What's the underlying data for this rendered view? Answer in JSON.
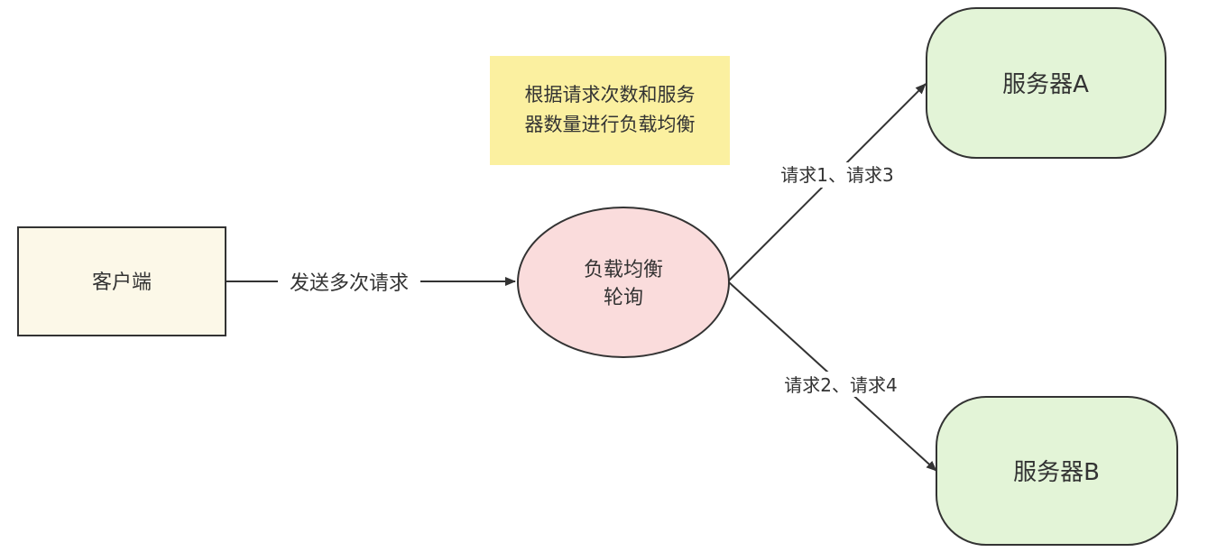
{
  "note": {
    "lines": [
      "根据请求次数和服务",
      "器数量进行负载均衡"
    ]
  },
  "nodes": {
    "client": {
      "label": "客户端"
    },
    "load_balancer": {
      "lines": [
        "负载均衡",
        "轮询"
      ]
    },
    "server_a": {
      "label": "服务器A"
    },
    "server_b": {
      "label": "服务器B"
    }
  },
  "edges": {
    "client_to_lb": {
      "label": "发送多次请求"
    },
    "lb_to_server_a": {
      "label": "请求1、请求3"
    },
    "lb_to_server_b": {
      "label": "请求2、请求4"
    }
  },
  "colors": {
    "client_fill": "#FCF8E8",
    "load_balancer_fill": "#FADCDC",
    "server_fill": "#E3F4D7",
    "note_fill": "#FBF0A0",
    "stroke": "#333333"
  }
}
